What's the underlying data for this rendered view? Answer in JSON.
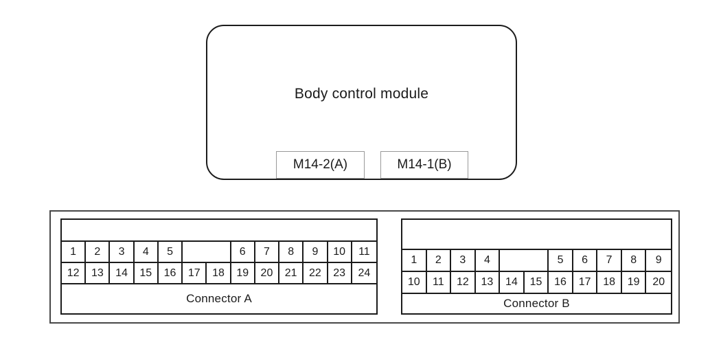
{
  "module": {
    "title": "Body control module",
    "tags": [
      {
        "label": "M14-2(A)"
      },
      {
        "label": "M14-1(B)"
      }
    ]
  },
  "panel": {
    "connectors": [
      {
        "label": "Connector A",
        "rows": [
          [
            {
              "t": "1"
            },
            {
              "t": "2"
            },
            {
              "t": "3"
            },
            {
              "t": "4"
            },
            {
              "t": "5"
            },
            {
              "t": "",
              "span": 2
            },
            {
              "t": "6"
            },
            {
              "t": "7"
            },
            {
              "t": "8"
            },
            {
              "t": "9"
            },
            {
              "t": "10"
            },
            {
              "t": "11"
            }
          ],
          [
            {
              "t": "12"
            },
            {
              "t": "13"
            },
            {
              "t": "14"
            },
            {
              "t": "15"
            },
            {
              "t": "16"
            },
            {
              "t": "17"
            },
            {
              "t": "18"
            },
            {
              "t": "19"
            },
            {
              "t": "20"
            },
            {
              "t": "21"
            },
            {
              "t": "22"
            },
            {
              "t": "23"
            },
            {
              "t": "24"
            }
          ]
        ]
      },
      {
        "label": "Connector B",
        "rows": [
          [
            {
              "t": "1"
            },
            {
              "t": "2"
            },
            {
              "t": "3"
            },
            {
              "t": "4"
            },
            {
              "t": "",
              "span": 2
            },
            {
              "t": "5"
            },
            {
              "t": "6"
            },
            {
              "t": "7"
            },
            {
              "t": "8"
            },
            {
              "t": "9"
            }
          ],
          [
            {
              "t": "10"
            },
            {
              "t": "11"
            },
            {
              "t": "12"
            },
            {
              "t": "13"
            },
            {
              "t": "14"
            },
            {
              "t": "15"
            },
            {
              "t": "16"
            },
            {
              "t": "17"
            },
            {
              "t": "18"
            },
            {
              "t": "19"
            },
            {
              "t": "20"
            }
          ]
        ]
      }
    ]
  },
  "colors": {
    "line": "#1b1b1b",
    "panel_border": "#474747",
    "tag_border": "#999999",
    "background": "#ffffff",
    "text": "#1a1a1a"
  }
}
